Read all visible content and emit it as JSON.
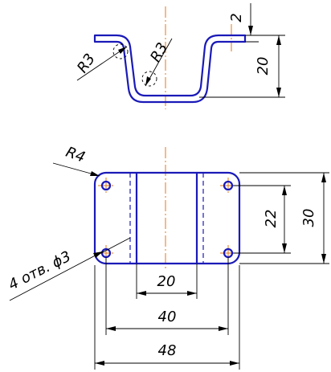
{
  "side_view": {
    "dim_thickness": "2",
    "dim_height": "20",
    "dim_radius_left": "R3",
    "dim_radius_right": "R3"
  },
  "top_view": {
    "dim_corner_radius": "R4",
    "dim_holes_note": "4 отв. ϕ3",
    "dim_hole_spacing_vertical": "22",
    "dim_overall_height": "30",
    "dim_middle_width": "20",
    "dim_hole_spacing_horizontal": "40",
    "dim_overall_width": "48"
  },
  "colors": {
    "outline": "#1a1ab8",
    "centerline": "#e07a1e",
    "dimension": "#000000"
  }
}
